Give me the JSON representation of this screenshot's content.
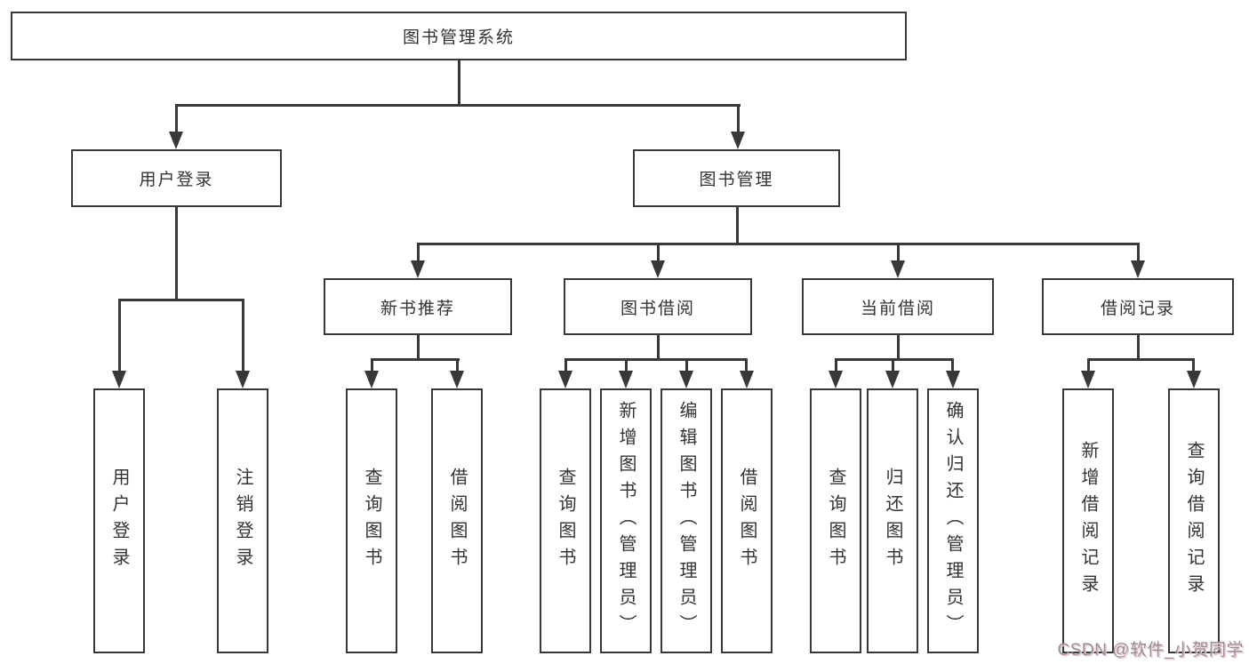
{
  "tree": {
    "label": "图书管理系统",
    "children": [
      {
        "label": "用户登录",
        "children": [
          {
            "label": "用户登录"
          },
          {
            "label": "注销登录"
          }
        ]
      },
      {
        "label": "图书管理",
        "children": [
          {
            "label": "新书推荐",
            "children": [
              {
                "label": "查询图书"
              },
              {
                "label": "借阅图书"
              }
            ]
          },
          {
            "label": "图书借阅",
            "children": [
              {
                "label": "查询图书"
              },
              {
                "label": "新增图书（管理员）"
              },
              {
                "label": "编辑图书（管理员）"
              },
              {
                "label": "借阅图书"
              }
            ]
          },
          {
            "label": "当前借阅",
            "children": [
              {
                "label": "查询图书"
              },
              {
                "label": "归还图书"
              },
              {
                "label": "确认归还（管理员）"
              }
            ]
          },
          {
            "label": "借阅记录",
            "children": [
              {
                "label": "新增借阅记录"
              },
              {
                "label": "查询借阅记录"
              }
            ]
          }
        ]
      }
    ]
  },
  "watermark": "CSDN @软件_小贺同学",
  "colors": {
    "line": "#383838",
    "box_border": "#383838",
    "text": "#333333",
    "background": "#ffffff",
    "watermark_gray": "#92929a",
    "watermark_pink": "#f0c3ca"
  }
}
